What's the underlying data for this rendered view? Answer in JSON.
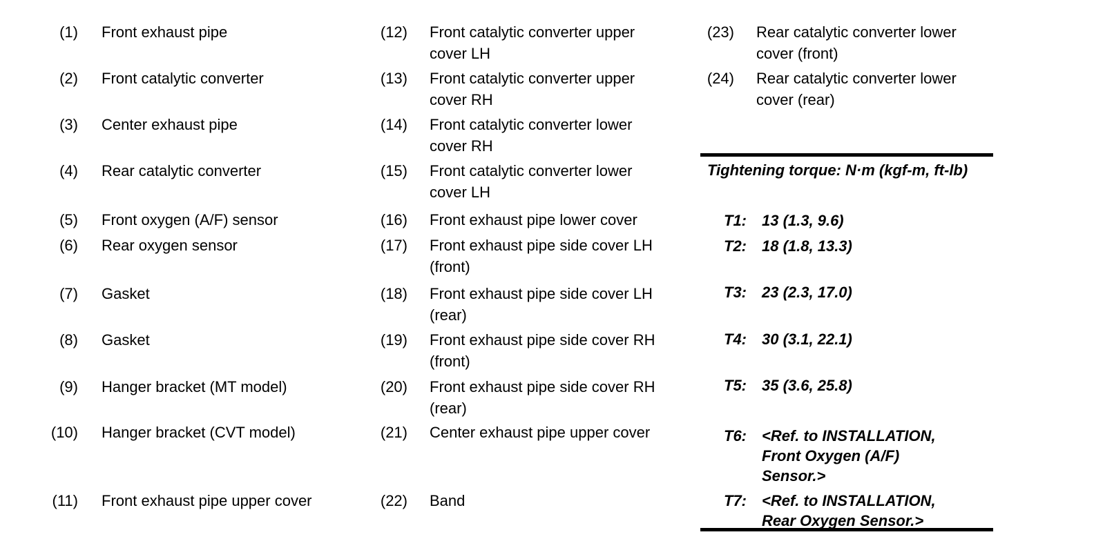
{
  "page": {
    "background_color": "#ffffff",
    "text_color": "#000000"
  },
  "legend": {
    "col1": [
      {
        "num": "(1)",
        "label": "Front exhaust pipe"
      },
      {
        "num": "(2)",
        "label": "Front catalytic converter"
      },
      {
        "num": "(3)",
        "label": "Center exhaust pipe"
      },
      {
        "num": "(4)",
        "label": "Rear catalytic converter"
      },
      {
        "num": "(5)",
        "label": "Front oxygen (A/F) sensor"
      },
      {
        "num": "(6)",
        "label": "Rear oxygen sensor"
      },
      {
        "num": "(7)",
        "label": "Gasket"
      },
      {
        "num": "(8)",
        "label": "Gasket"
      },
      {
        "num": "(9)",
        "label": "Hanger bracket (MT model)"
      },
      {
        "num": "(10)",
        "label": "Hanger bracket (CVT model)"
      },
      {
        "num": "(11)",
        "label": "Front exhaust pipe upper cover"
      }
    ],
    "col2": [
      {
        "num": "(12)",
        "label": "Front catalytic converter upper\ncover LH"
      },
      {
        "num": "(13)",
        "label": "Front catalytic converter upper\ncover RH"
      },
      {
        "num": "(14)",
        "label": "Front catalytic converter lower\ncover RH"
      },
      {
        "num": "(15)",
        "label": "Front catalytic converter lower\ncover LH"
      },
      {
        "num": "(16)",
        "label": "Front exhaust pipe lower cover"
      },
      {
        "num": "(17)",
        "label": "Front exhaust pipe side cover LH\n(front)"
      },
      {
        "num": "(18)",
        "label": "Front exhaust pipe side cover LH\n(rear)"
      },
      {
        "num": "(19)",
        "label": "Front exhaust pipe side cover RH\n(front)"
      },
      {
        "num": "(20)",
        "label": "Front exhaust pipe side cover RH\n(rear)"
      },
      {
        "num": "(21)",
        "label": "Center exhaust pipe upper cover"
      },
      {
        "num": "(22)",
        "label": "Band"
      }
    ],
    "col3": [
      {
        "num": "(23)",
        "label": "Rear catalytic converter lower\ncover (front)"
      },
      {
        "num": "(24)",
        "label": "Rear catalytic converter lower\ncover (rear)"
      }
    ]
  },
  "torque_table": {
    "header": "Tightening torque: N·m (kgf-m, ft-lb)",
    "rows": [
      {
        "label": "T1:",
        "value": "13 (1.3, 9.6)"
      },
      {
        "label": "T2:",
        "value": "18 (1.8, 13.3)"
      },
      {
        "label": "T3:",
        "value": "23 (2.3, 17.0)"
      },
      {
        "label": "T4:",
        "value": "30 (3.1, 22.1)"
      },
      {
        "label": "T5:",
        "value": "35 (3.6, 25.8)"
      },
      {
        "label": "T6:",
        "value": "<Ref. to INSTALLATION,\nFront Oxygen (A/F)\nSensor.>"
      },
      {
        "label": "T7:",
        "value": "<Ref. to INSTALLATION,\nRear Oxygen Sensor.>"
      }
    ]
  }
}
